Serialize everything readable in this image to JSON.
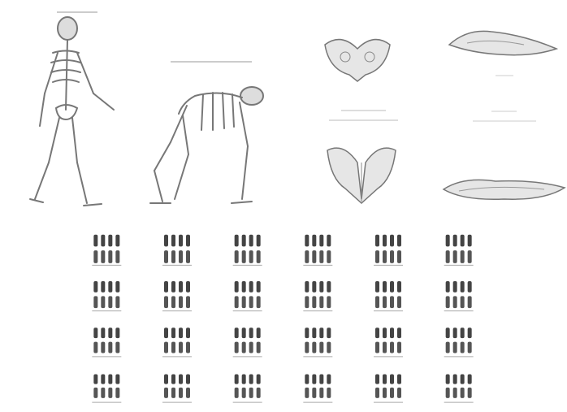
{
  "figure": {
    "panels": [
      {
        "id": "human-skeleton",
        "caption": ""
      },
      {
        "id": "ape-skeleton",
        "caption": ""
      },
      {
        "id": "pelvis-front",
        "caption": ""
      },
      {
        "id": "pelvis-lower",
        "caption": ""
      },
      {
        "id": "skull-top",
        "caption": ""
      },
      {
        "id": "skull-bottom",
        "caption": ""
      }
    ],
    "karyotype": {
      "rows": 4,
      "cols": 6
    }
  }
}
